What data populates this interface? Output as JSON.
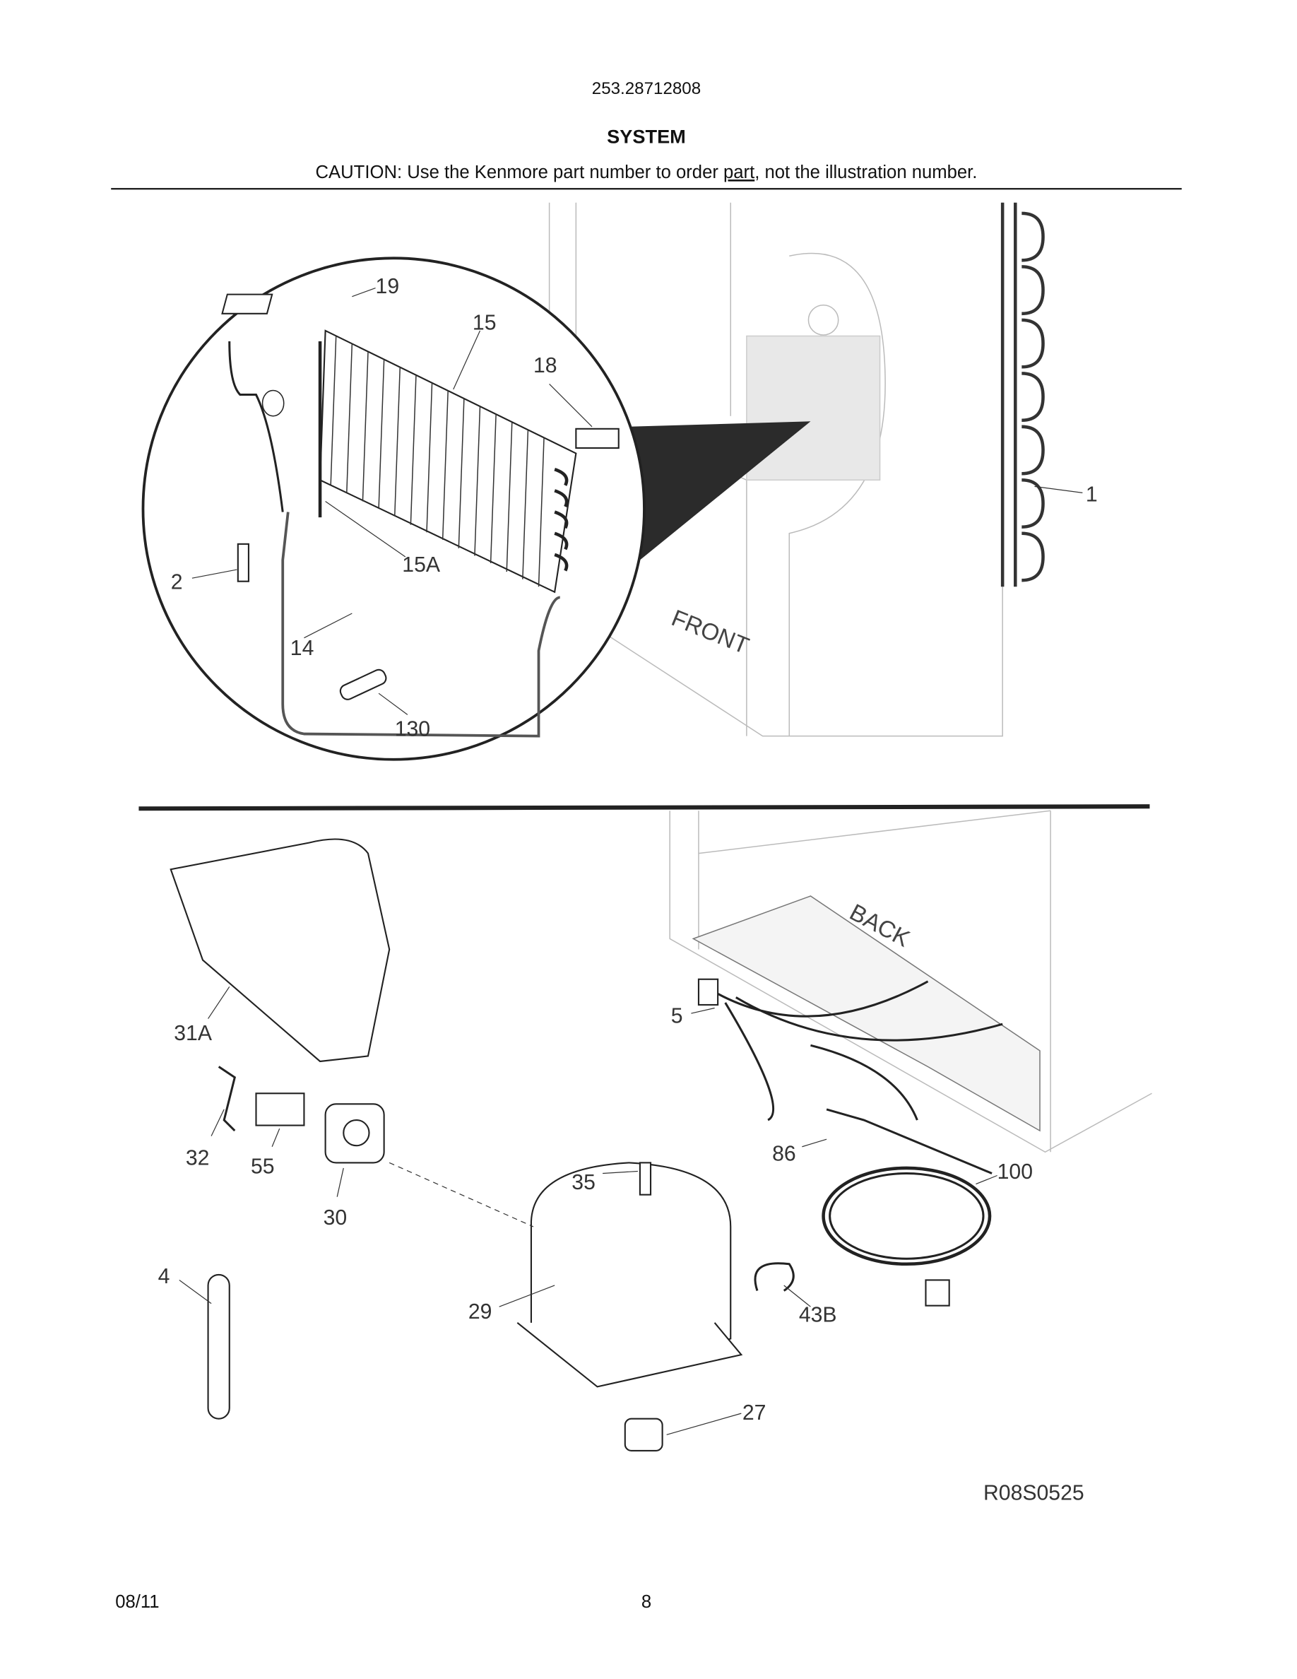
{
  "header": {
    "model_number": "253.28712808",
    "section_title": "SYSTEM",
    "caution_prefix": "CAUTION: Use the Kenmore part number to order ",
    "caution_underlined": "part",
    "caution_suffix": ", not the illustration number."
  },
  "diagram": {
    "callouts": [
      "19",
      "15",
      "18",
      "1",
      "2",
      "15A",
      "14",
      "130",
      "31A",
      "5",
      "32",
      "55",
      "30",
      "86",
      "100",
      "35",
      "4",
      "29",
      "43B",
      "27"
    ],
    "cabinet_labels": {
      "front": "FRONT",
      "back": "BACK"
    },
    "drawing_code": "R08S0525"
  },
  "footer": {
    "date": "08/11",
    "page": "8"
  }
}
